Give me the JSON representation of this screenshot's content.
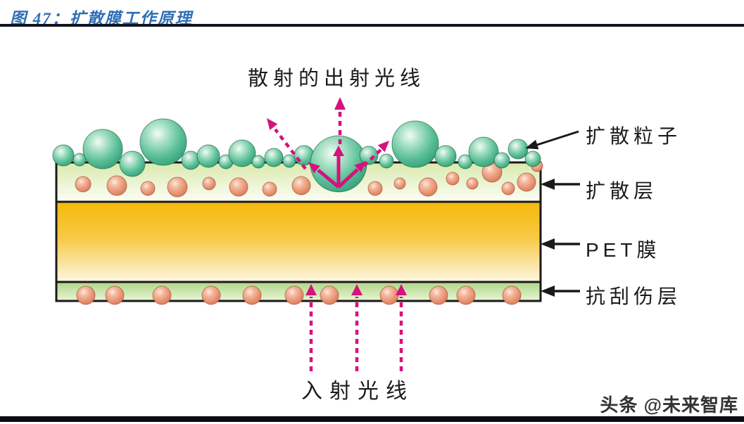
{
  "figure": {
    "title": "图 47：扩散膜工作原理"
  },
  "diagram": {
    "labels": {
      "scattered_light": "散射的出射光线",
      "incident_light": "入射光线",
      "diffusion_particle": "扩散粒子",
      "diffusion_layer": "扩散层",
      "pet_film": "PET膜",
      "anti_scratch_layer": "抗刮伤层"
    },
    "colors": {
      "title_blue": "#2F6EB5",
      "rule_dark": "#10141F",
      "magenta_ray": "#D6127E",
      "green_particle": "#4CBB92",
      "orange_particle": "#E58E70",
      "pet_gold_top": "#F5B90A",
      "pet_cream_bottom": "#FDF6E2",
      "diffusion_green_top": "#D9E9AC",
      "scratch_green_top": "#AED687",
      "outline_black": "#1A1A1A"
    },
    "particles": {
      "green": [
        [
          90,
          221,
          15
        ],
        [
          113,
          227,
          9
        ],
        [
          146,
          212,
          28
        ],
        [
          188,
          233,
          18
        ],
        [
          232,
          202,
          33
        ],
        [
          271,
          228,
          13
        ],
        [
          296,
          222,
          16
        ],
        [
          321,
          230,
          10
        ],
        [
          344,
          218,
          19
        ],
        [
          367,
          230,
          9
        ],
        [
          389,
          224,
          13
        ],
        [
          411,
          229,
          9
        ],
        [
          432,
          221,
          14
        ],
        [
          481,
          233,
          40
        ],
        [
          524,
          221,
          13
        ],
        [
          549,
          229,
          10
        ],
        [
          590,
          205,
          33
        ],
        [
          633,
          222,
          15
        ],
        [
          661,
          230,
          10
        ],
        [
          687,
          216,
          21
        ],
        [
          713,
          228,
          11
        ],
        [
          736,
          212,
          14
        ],
        [
          757,
          226,
          11
        ]
      ],
      "orange_in_diffusion": [
        [
          118,
          262,
          11
        ],
        [
          166,
          264,
          14
        ],
        [
          210,
          268,
          10
        ],
        [
          252,
          266,
          14
        ],
        [
          297,
          261,
          9
        ],
        [
          339,
          266,
          13
        ],
        [
          383,
          269,
          10
        ],
        [
          428,
          264,
          13
        ],
        [
          533,
          268,
          10
        ],
        [
          568,
          261,
          8
        ],
        [
          608,
          266,
          13
        ],
        [
          643,
          254,
          9
        ],
        [
          671,
          261,
          8
        ],
        [
          699,
          245,
          14
        ],
        [
          722,
          268,
          9
        ],
        [
          748,
          259,
          13
        ],
        [
          763,
          236,
          8
        ]
      ],
      "bottom_orange_x": [
        122,
        163,
        230,
        300,
        358,
        418,
        468,
        553,
        623,
        662,
        727
      ]
    }
  },
  "watermark": {
    "text": "头条 @未来智库"
  }
}
